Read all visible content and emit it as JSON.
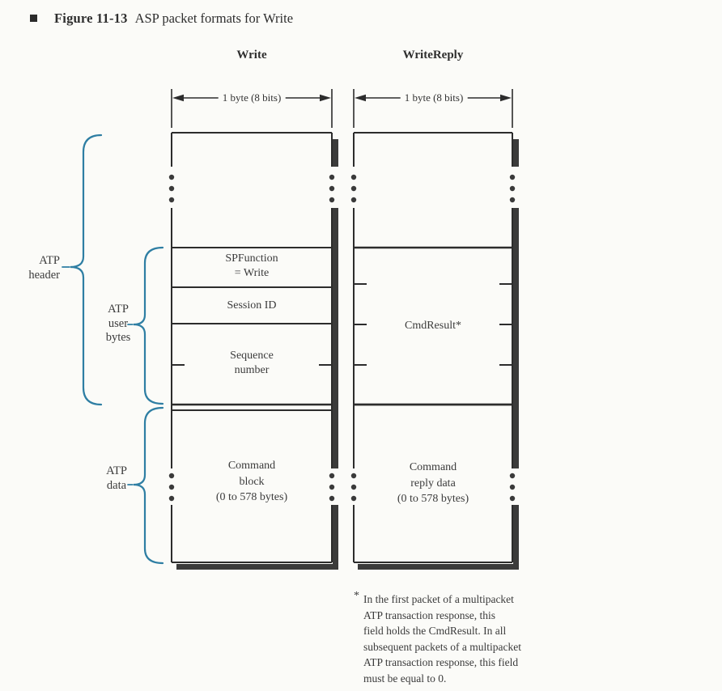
{
  "figure": {
    "bullet": "■",
    "label": "Figure 11-13",
    "caption": "ASP packet formats for Write"
  },
  "columns": {
    "write": {
      "title": "Write",
      "byte_scale": "1 byte (8 bits)",
      "fields": {
        "sp_function_line1": "SPFunction",
        "sp_function_line2": "= Write",
        "session_id": "Session ID",
        "sequence_line1": "Sequence",
        "sequence_line2": "number",
        "data_line1": "Command",
        "data_line2": "block",
        "data_line3": "(0 to 578 bytes)"
      }
    },
    "write_reply": {
      "title": "WriteReply",
      "byte_scale": "1 byte (8 bits)",
      "fields": {
        "cmd_result": "CmdResult*",
        "data_line1": "Command",
        "data_line2": "reply data",
        "data_line3": "(0 to 578 bytes)"
      }
    }
  },
  "braces": {
    "atp_header": {
      "line1": "ATP",
      "line2": "header"
    },
    "atp_user_bytes": {
      "line1": "ATP",
      "line2": "user",
      "line3": "bytes"
    },
    "atp_data": {
      "line1": "ATP",
      "line2": "data"
    }
  },
  "footnote": {
    "marker": "*",
    "lines": [
      "In the first packet of a multipacket",
      "ATP transaction response, this",
      "field holds the CmdResult. In all",
      "subsequent packets of a multipacket",
      "ATP transaction response, this field",
      "must be equal to 0."
    ]
  },
  "colors": {
    "line": "#2c2c2c",
    "shadow": "#3b3b3b",
    "brace": "#2e7ea3",
    "text": "#3b3b3b",
    "background": "#fbfbf8"
  }
}
